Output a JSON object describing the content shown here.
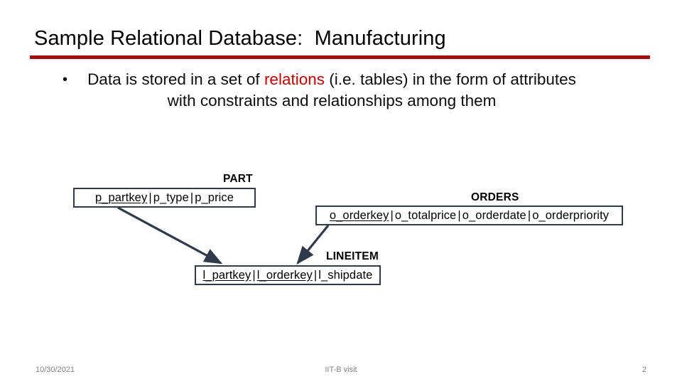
{
  "slide": {
    "title": "Sample Relational Database:  Manufacturing",
    "accent_color": "#9e1010",
    "highlight_color": "#c00000",
    "box_border_color": "#2f3a4a",
    "arrow_color": "#2f3a4a"
  },
  "body": {
    "bullet_glyph": "•",
    "line1_pre": "Data is stored in a set of ",
    "line1_highlight": "relations",
    "line1_post": " (i.e. tables) in the form  of",
    "line2": "attributes with constraints and relationships among them"
  },
  "diagram": {
    "type": "er-relations",
    "tables": [
      {
        "name": "PART",
        "columns": [
          {
            "label": "p_partkey",
            "primary_key": true
          },
          {
            "label": "p_type",
            "primary_key": false
          },
          {
            "label": "p_price",
            "primary_key": false
          }
        ]
      },
      {
        "name": "ORDERS",
        "columns": [
          {
            "label": "o_orderkey",
            "primary_key": true
          },
          {
            "label": "o_totalprice",
            "primary_key": false
          },
          {
            "label": "o_orderdate",
            "primary_key": false
          },
          {
            "label": "o_orderpriority",
            "primary_key": false
          }
        ]
      },
      {
        "name": "LINEITEM",
        "columns": [
          {
            "label": "l_partkey",
            "primary_key": true
          },
          {
            "label": "l_orderkey",
            "primary_key": true
          },
          {
            "label": "l_shipdate",
            "primary_key": false
          }
        ]
      }
    ],
    "relationships": [
      {
        "from": "PART.p_partkey",
        "to": "LINEITEM.l_partkey"
      },
      {
        "from": "ORDERS.o_orderkey",
        "to": "LINEITEM.l_orderkey"
      }
    ],
    "column_separator": "|"
  },
  "footer": {
    "date": "10/30/2021",
    "note": "IIT-B visit",
    "page": "2"
  }
}
